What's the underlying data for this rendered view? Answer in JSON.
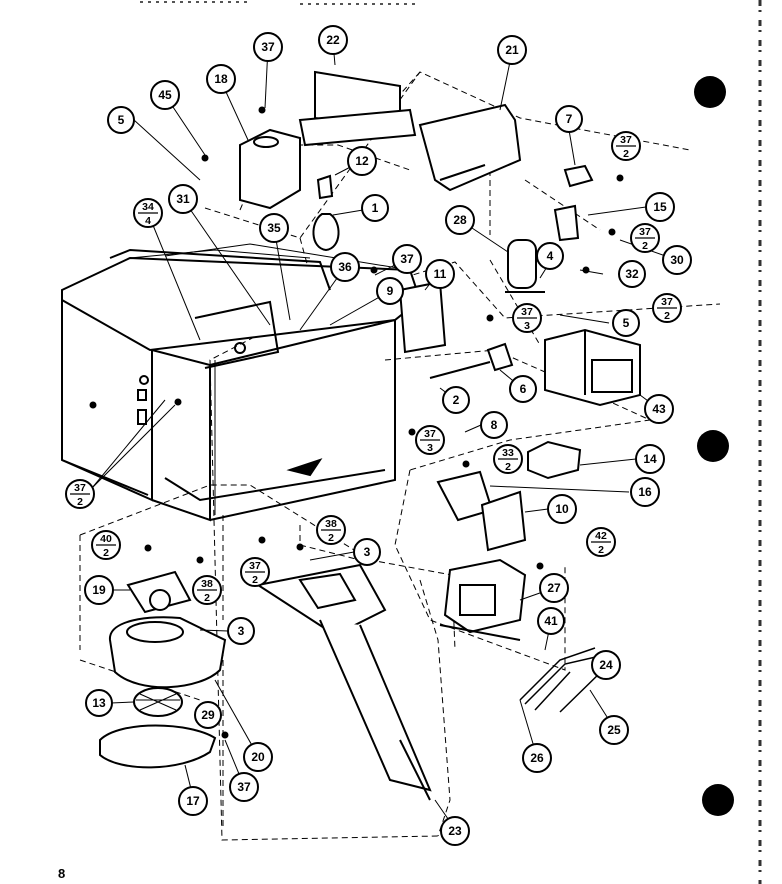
{
  "page_number": "8",
  "callouts": [
    {
      "id": "c1",
      "text": "1"
    },
    {
      "id": "c2",
      "text": "2"
    },
    {
      "id": "c3a",
      "text": "3"
    },
    {
      "id": "c3b",
      "text": "3"
    },
    {
      "id": "c4",
      "text": "4"
    },
    {
      "id": "c5a",
      "text": "5"
    },
    {
      "id": "c5b",
      "text": "5"
    },
    {
      "id": "c6",
      "text": "6"
    },
    {
      "id": "c7",
      "text": "7"
    },
    {
      "id": "c8",
      "text": "8"
    },
    {
      "id": "c9",
      "text": "9"
    },
    {
      "id": "c10",
      "text": "10"
    },
    {
      "id": "c11",
      "text": "11"
    },
    {
      "id": "c12",
      "text": "12"
    },
    {
      "id": "c13",
      "text": "13"
    },
    {
      "id": "c14",
      "text": "14"
    },
    {
      "id": "c15",
      "text": "15"
    },
    {
      "id": "c16",
      "text": "16"
    },
    {
      "id": "c17",
      "text": "17"
    },
    {
      "id": "c18",
      "text": "18"
    },
    {
      "id": "c19",
      "text": "19"
    },
    {
      "id": "c20",
      "text": "20"
    },
    {
      "id": "c21",
      "text": "21"
    },
    {
      "id": "c22",
      "text": "22"
    },
    {
      "id": "c23",
      "text": "23"
    },
    {
      "id": "c24",
      "text": "24"
    },
    {
      "id": "c25",
      "text": "25"
    },
    {
      "id": "c26",
      "text": "26"
    },
    {
      "id": "c27",
      "text": "27"
    },
    {
      "id": "c28",
      "text": "28"
    },
    {
      "id": "c29",
      "text": "29"
    },
    {
      "id": "c30",
      "text": "30"
    },
    {
      "id": "c31",
      "text": "31"
    },
    {
      "id": "c32",
      "text": "32"
    },
    {
      "id": "c35",
      "text": "35"
    },
    {
      "id": "c36",
      "text": "36"
    },
    {
      "id": "c37a",
      "text": "37"
    },
    {
      "id": "c37b",
      "text": "37"
    },
    {
      "id": "c37c",
      "text": "37"
    },
    {
      "id": "c41",
      "text": "41"
    },
    {
      "id": "c43",
      "text": "43"
    },
    {
      "id": "c45",
      "text": "45"
    }
  ],
  "fractions": [
    {
      "id": "f34_4",
      "top": "34",
      "bottom": "4"
    },
    {
      "id": "f37_2a",
      "top": "37",
      "bottom": "2"
    },
    {
      "id": "f37_2b",
      "top": "37",
      "bottom": "2"
    },
    {
      "id": "f37_2c",
      "top": "37",
      "bottom": "2"
    },
    {
      "id": "f37_3a",
      "top": "37",
      "bottom": "3"
    },
    {
      "id": "f37_3b",
      "top": "37",
      "bottom": "3"
    },
    {
      "id": "f33_2",
      "top": "33",
      "bottom": "2"
    },
    {
      "id": "f37_2d",
      "top": "37",
      "bottom": "2"
    },
    {
      "id": "f40_2",
      "top": "40",
      "bottom": "2"
    },
    {
      "id": "f38_2a",
      "top": "38",
      "bottom": "2"
    },
    {
      "id": "f38_2b",
      "top": "38",
      "bottom": "2"
    },
    {
      "id": "f37_2e",
      "top": "37",
      "bottom": "2"
    },
    {
      "id": "f42_2",
      "top": "42",
      "bottom": "2"
    }
  ]
}
